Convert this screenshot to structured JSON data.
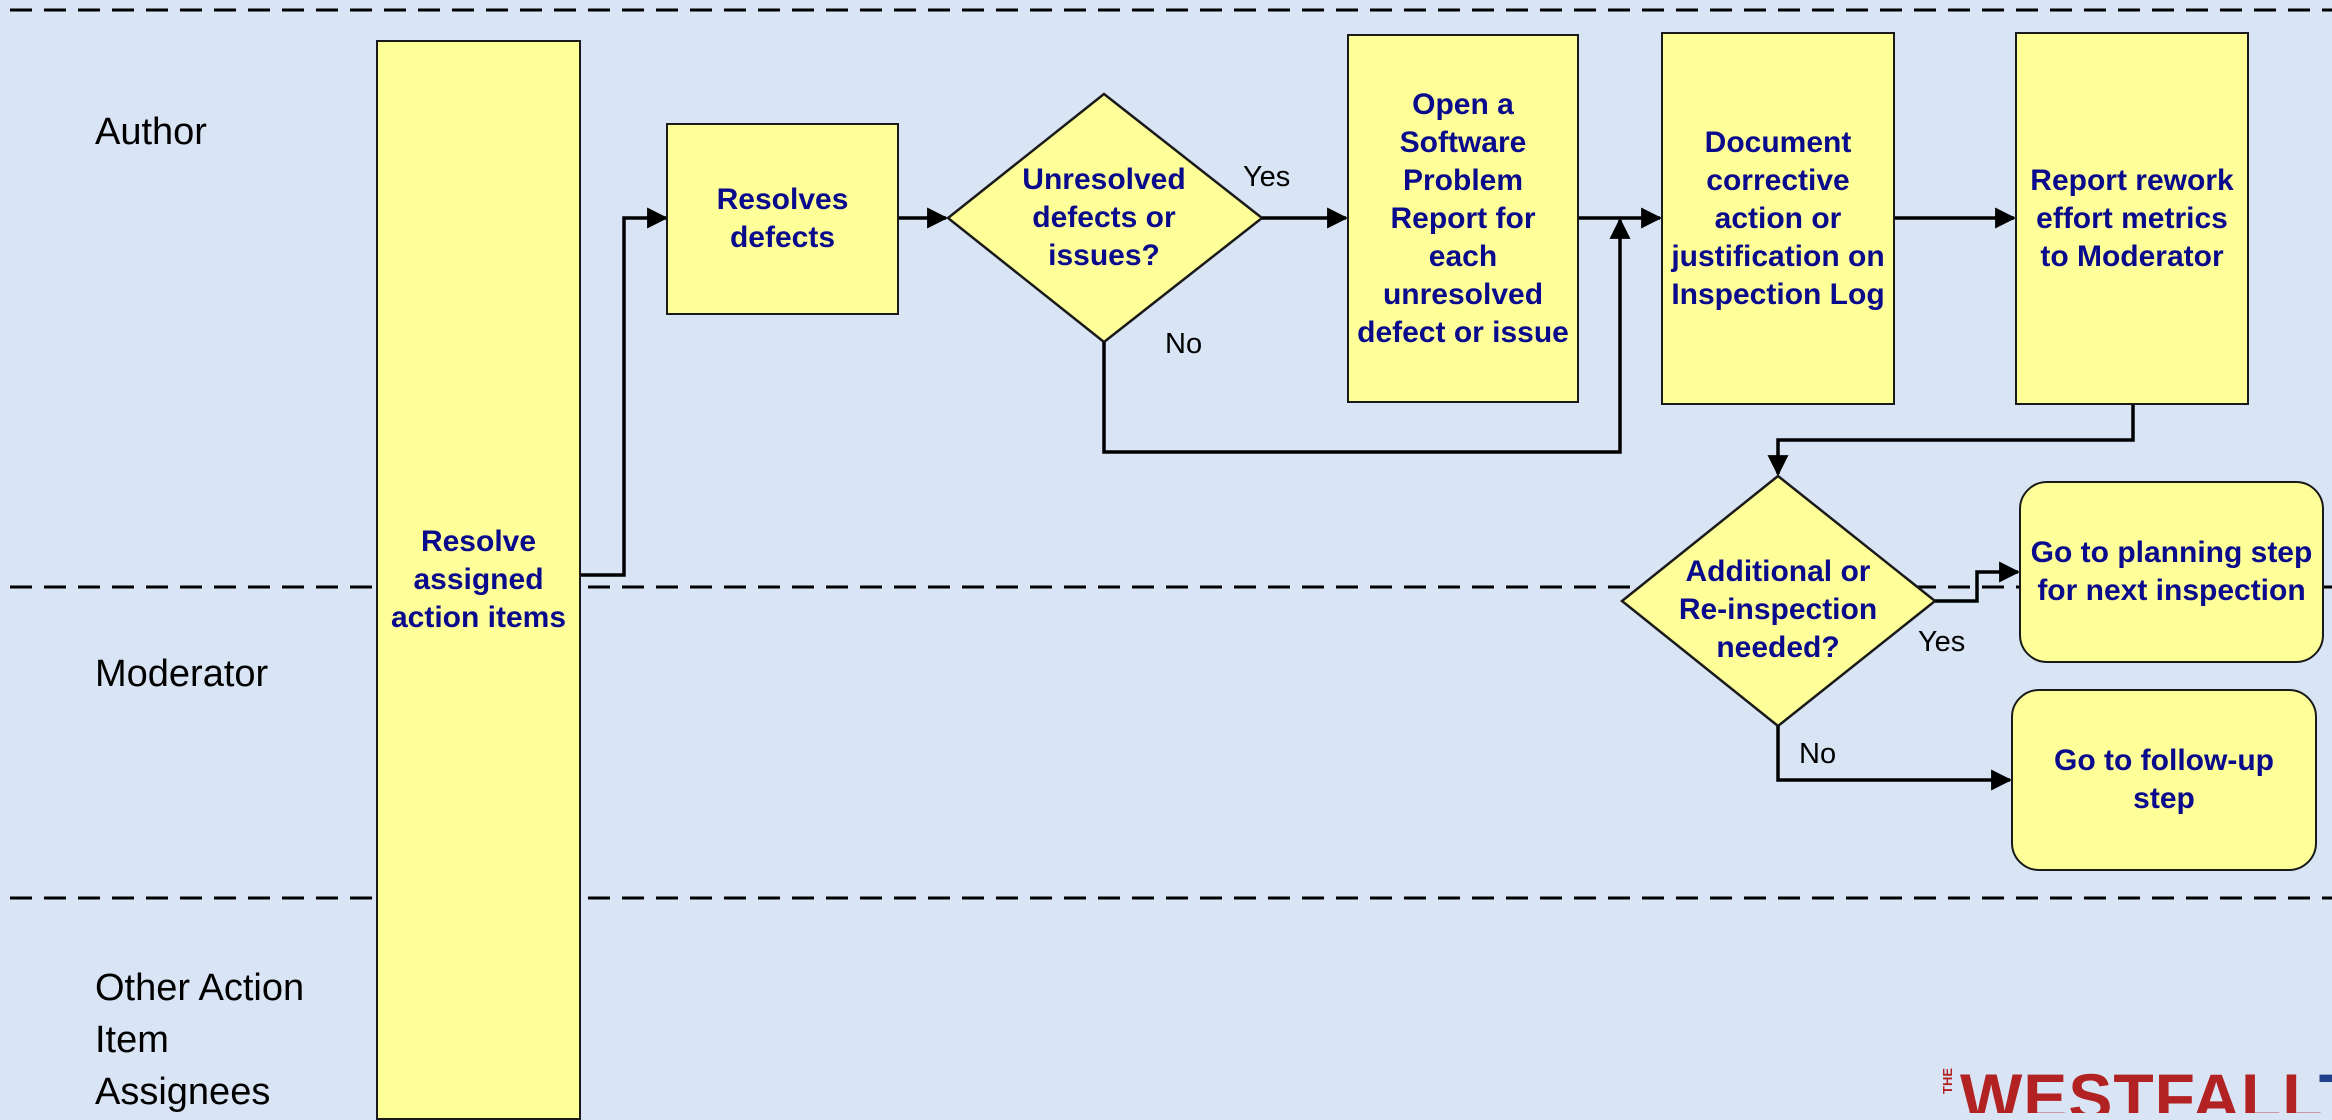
{
  "lanes": {
    "author": "Author",
    "moderator": "Moderator",
    "others": "Other Action\nItem\nAssignees"
  },
  "nodes": {
    "resolve_items": "Resolve assigned action items",
    "resolves_defects": "Resolves defects",
    "unresolved_decision": "Unresolved defects or issues?",
    "open_spr": "Open a Software Problem Report for each unresolved defect or issue",
    "document_action": "Document corrective action or justification on Inspection Log",
    "report_metrics": "Report rework  effort metrics to Moderator",
    "reinspection_decision": "Additional or Re-inspection needed?",
    "goto_planning": "Go to planning step for next inspection",
    "goto_followup": "Go to follow-up step"
  },
  "edge_labels": {
    "unresolved_yes": "Yes",
    "unresolved_no": "No",
    "reinspection_yes": "Yes",
    "reinspection_no": "No"
  },
  "logo": {
    "the": "THE",
    "name": "WESTFALL",
    "trailing": "T"
  },
  "colors": {
    "background": "#d9e4f5",
    "box_fill": "#ffff99",
    "box_text": "#0a0a8c",
    "logo_red": "#b22222",
    "logo_blue": "#1f3f8a"
  }
}
